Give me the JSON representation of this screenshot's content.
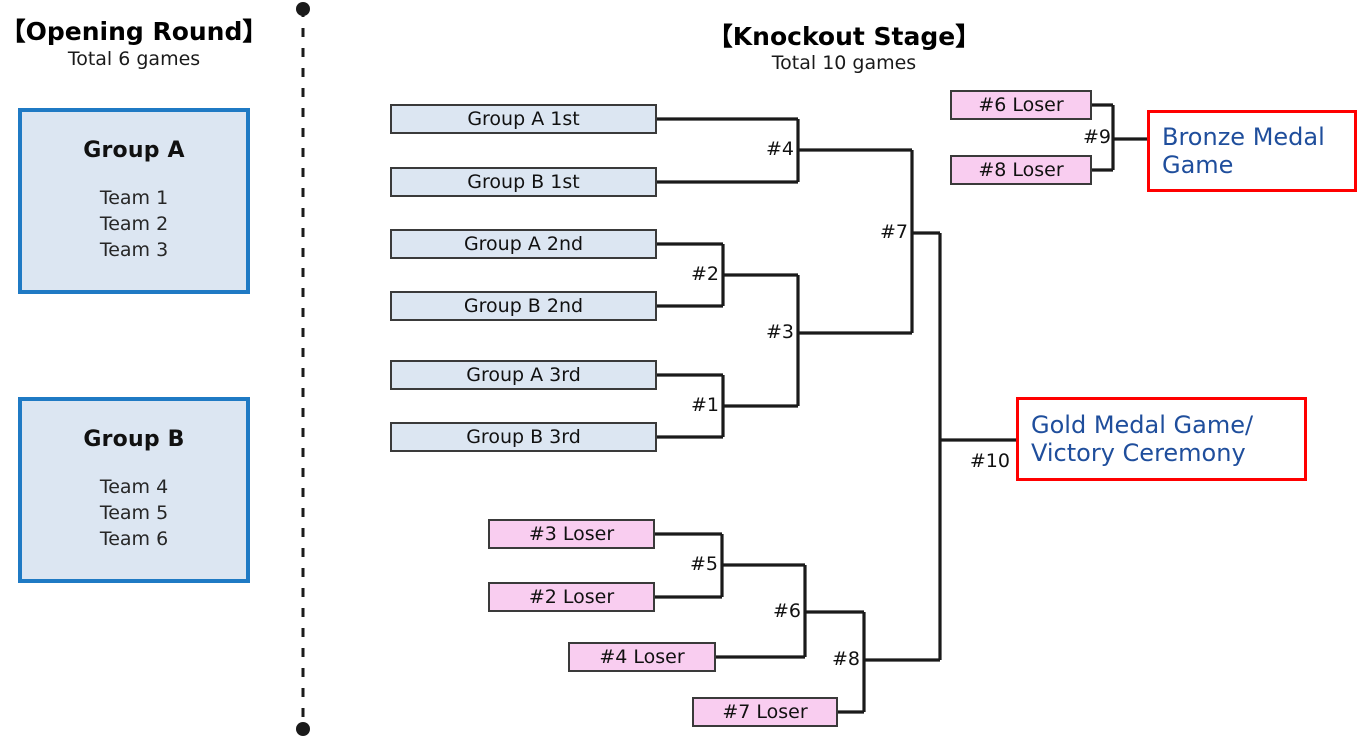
{
  "sections": {
    "opening": {
      "title": "【Opening Round】",
      "subtitle": "Total 6 games",
      "groups": [
        {
          "name": "Group A",
          "teams": [
            "Team 1",
            "Team 2",
            "Team 3"
          ]
        },
        {
          "name": "Group B",
          "teams": [
            "Team 4",
            "Team 5",
            "Team 6"
          ]
        }
      ]
    },
    "knockout": {
      "title": "【Knockout Stage】",
      "subtitle": "Total 10 games"
    }
  },
  "winners_bracket": {
    "seeds": [
      {
        "label": "Group A 1st"
      },
      {
        "label": "Group B 1st"
      },
      {
        "label": "Group A 2nd"
      },
      {
        "label": "Group B 2nd"
      },
      {
        "label": "Group A 3rd"
      },
      {
        "label": "Group B 3rd"
      }
    ],
    "matches": [
      {
        "id": "m4",
        "label": "#4"
      },
      {
        "id": "m2",
        "label": "#2"
      },
      {
        "id": "m1",
        "label": "#1"
      },
      {
        "id": "m3",
        "label": "#3"
      },
      {
        "id": "m7",
        "label": "#7"
      }
    ]
  },
  "bronze_bracket": {
    "seeds": [
      {
        "label": "#6 Loser"
      },
      {
        "label": "#8 Loser"
      }
    ],
    "matches": [
      {
        "id": "m9",
        "label": "#9"
      }
    ]
  },
  "losers_bracket": {
    "seeds": [
      {
        "label": "#3 Loser"
      },
      {
        "label": "#2 Loser"
      },
      {
        "label": "#4 Loser"
      },
      {
        "label": "#7 Loser"
      }
    ],
    "matches": [
      {
        "id": "m5",
        "label": "#5"
      },
      {
        "id": "m6",
        "label": "#6"
      },
      {
        "id": "m8",
        "label": "#8"
      }
    ]
  },
  "finals": {
    "bronze": {
      "line1": "Bronze Medal",
      "line2": "Game"
    },
    "gold": {
      "line1": "Gold Medal Game/",
      "line2": "Victory Ceremony"
    },
    "gold_match_label": "#10"
  },
  "colors": {
    "seed_blue_fill": "#dce6f2",
    "seed_pink_fill": "#f9cdf0",
    "group_border_blue": "#1f7ac4",
    "medal_border_red": "#ff0000",
    "medal_text_blue": "#1f4e9c",
    "line_black": "#1a1a1a"
  }
}
